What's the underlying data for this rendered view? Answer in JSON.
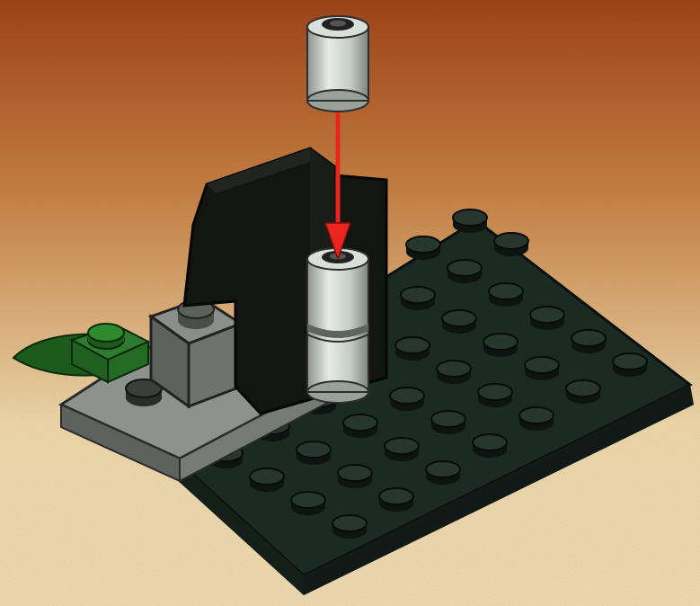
{
  "scene": {
    "type": "building-instruction-step",
    "part_to_add": "round-brick-1x1",
    "action": "place-on-top",
    "target": "round-brick-1x1",
    "colors": {
      "background_top": "#9c3c14",
      "background_mid": "#c47a3c",
      "background_bottom": "#f0dcb0",
      "baseplate": "#1c2a24",
      "baseplate_stud_top": "#27372f",
      "stone_wall": "#121512",
      "round_brick": "#c6ccc8",
      "grey_brick": "#6e736f",
      "light_grey_plate": "#8e928e",
      "green_leaf": "#1b5a1b",
      "arrow": "#e8261e"
    }
  }
}
